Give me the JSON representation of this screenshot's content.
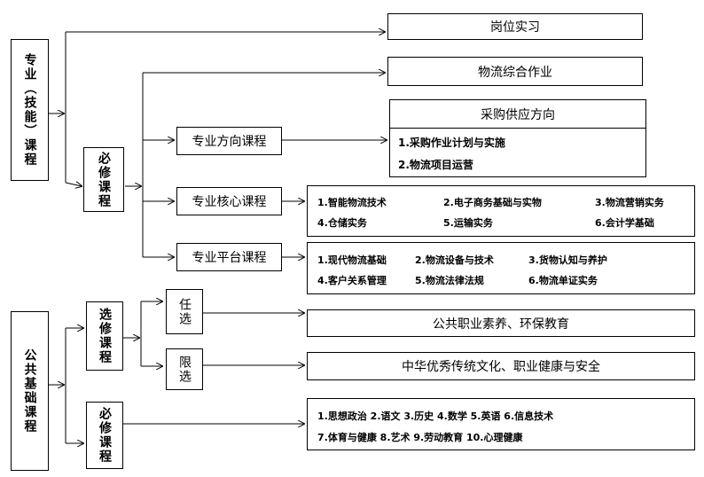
{
  "professional": {
    "label": "专业（技能）课程",
    "internship": "岗位实习",
    "logistics_work": "物流综合作业",
    "required": {
      "label": "必修课程",
      "direction": {
        "label": "专业方向课程",
        "title": "采购供应方向",
        "items": [
          "1.采购作业计划与实施",
          "2.物流项目运营"
        ]
      },
      "core": {
        "label": "专业核心课程",
        "items": [
          "1.智能物流技术",
          "2.电子商务基础与实物",
          "3.物流营销实务",
          "4.仓储实务",
          "5.运输实务",
          "6.会计学基础"
        ]
      },
      "platform": {
        "label": "专业平台课程",
        "items": [
          "1.现代物流基础",
          "2.物流设备与技术",
          "3.货物认知与养护",
          "4.客户关系管理",
          "5.物流法律法规",
          "6.物流单证实务"
        ]
      }
    }
  },
  "public": {
    "label": "公共基础课程",
    "elective": {
      "label": "选修课程",
      "optional": {
        "label": "任选",
        "content": "公共职业素养、环保教育"
      },
      "limited": {
        "label": "限选",
        "content": "中华优秀传统文化、职业健康与安全"
      }
    },
    "required": {
      "label": "必修课程",
      "line1": "1.思想政治 2.语文 3.历史 4.数学 5.英语 6.信息技术",
      "line2": "7.体育与健康 8.艺术 9.劳动教育 10.心理健康"
    }
  }
}
